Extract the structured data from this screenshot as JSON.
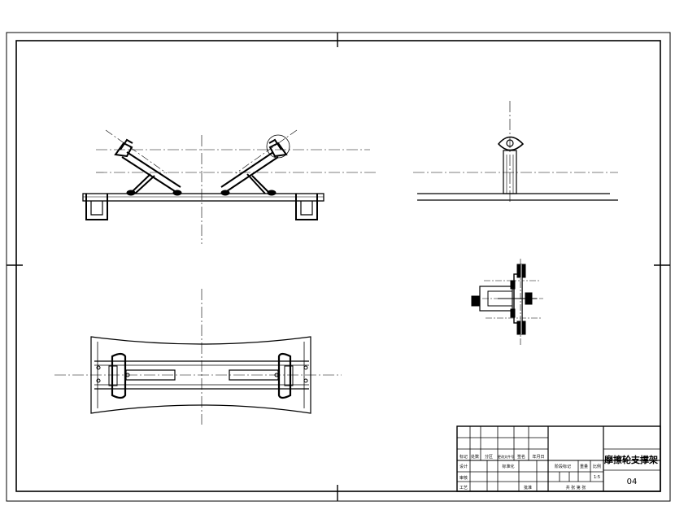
{
  "drawing": {
    "title": "摩擦轮支撑架",
    "number": "04",
    "scale": "1:5"
  },
  "title_block": {
    "row_labels": [
      "标记",
      "处数",
      "分区",
      "更改文件号",
      "签名",
      "年月日"
    ],
    "design_label": "设计",
    "standard_label": "标准化",
    "review_label": "审核",
    "process_label": "工艺",
    "approve_label": "批准",
    "stage_label": "阶段标记",
    "weight_label": "重量",
    "scale_label": "比例",
    "sheets_label": "共 张 第 张"
  },
  "colors": {
    "line": "#000000",
    "background": "#ffffff"
  }
}
